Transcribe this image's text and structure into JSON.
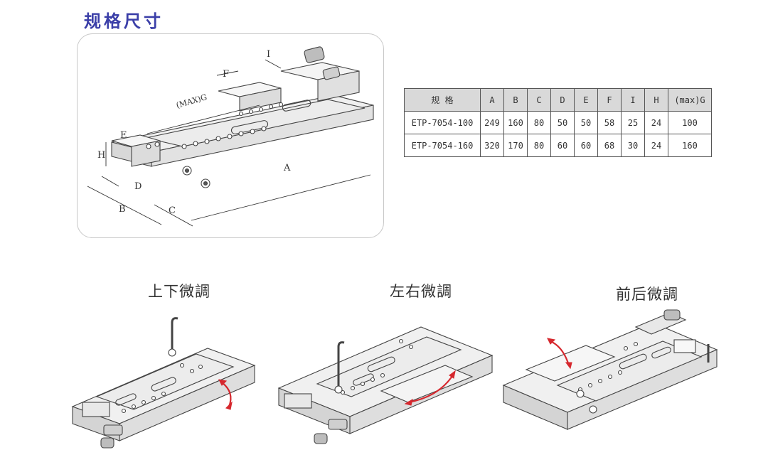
{
  "title": "规格尺寸",
  "diagram": {
    "labels": {
      "A": "A",
      "B": "B",
      "C": "C",
      "D": "D",
      "E": "E",
      "F": "F",
      "H": "H",
      "I": "I",
      "G": "(MAX)G"
    }
  },
  "spec_table": {
    "headers": [
      "规  格",
      "A",
      "B",
      "C",
      "D",
      "E",
      "F",
      "I",
      "H",
      "(max)G"
    ],
    "rows": [
      [
        "ETP-7054-100",
        "249",
        "160",
        "80",
        "50",
        "50",
        "58",
        "25",
        "24",
        "100"
      ],
      [
        "ETP-7054-160",
        "320",
        "170",
        "80",
        "60",
        "60",
        "68",
        "30",
        "24",
        "160"
      ]
    ]
  },
  "illustrations": [
    {
      "caption": "上下微調"
    },
    {
      "caption": "左右微調"
    },
    {
      "caption": "前后微調"
    }
  ],
  "colors": {
    "title": "#3b3fa8",
    "arrow": "#d6282e",
    "header_bg": "#d9d9d9"
  }
}
